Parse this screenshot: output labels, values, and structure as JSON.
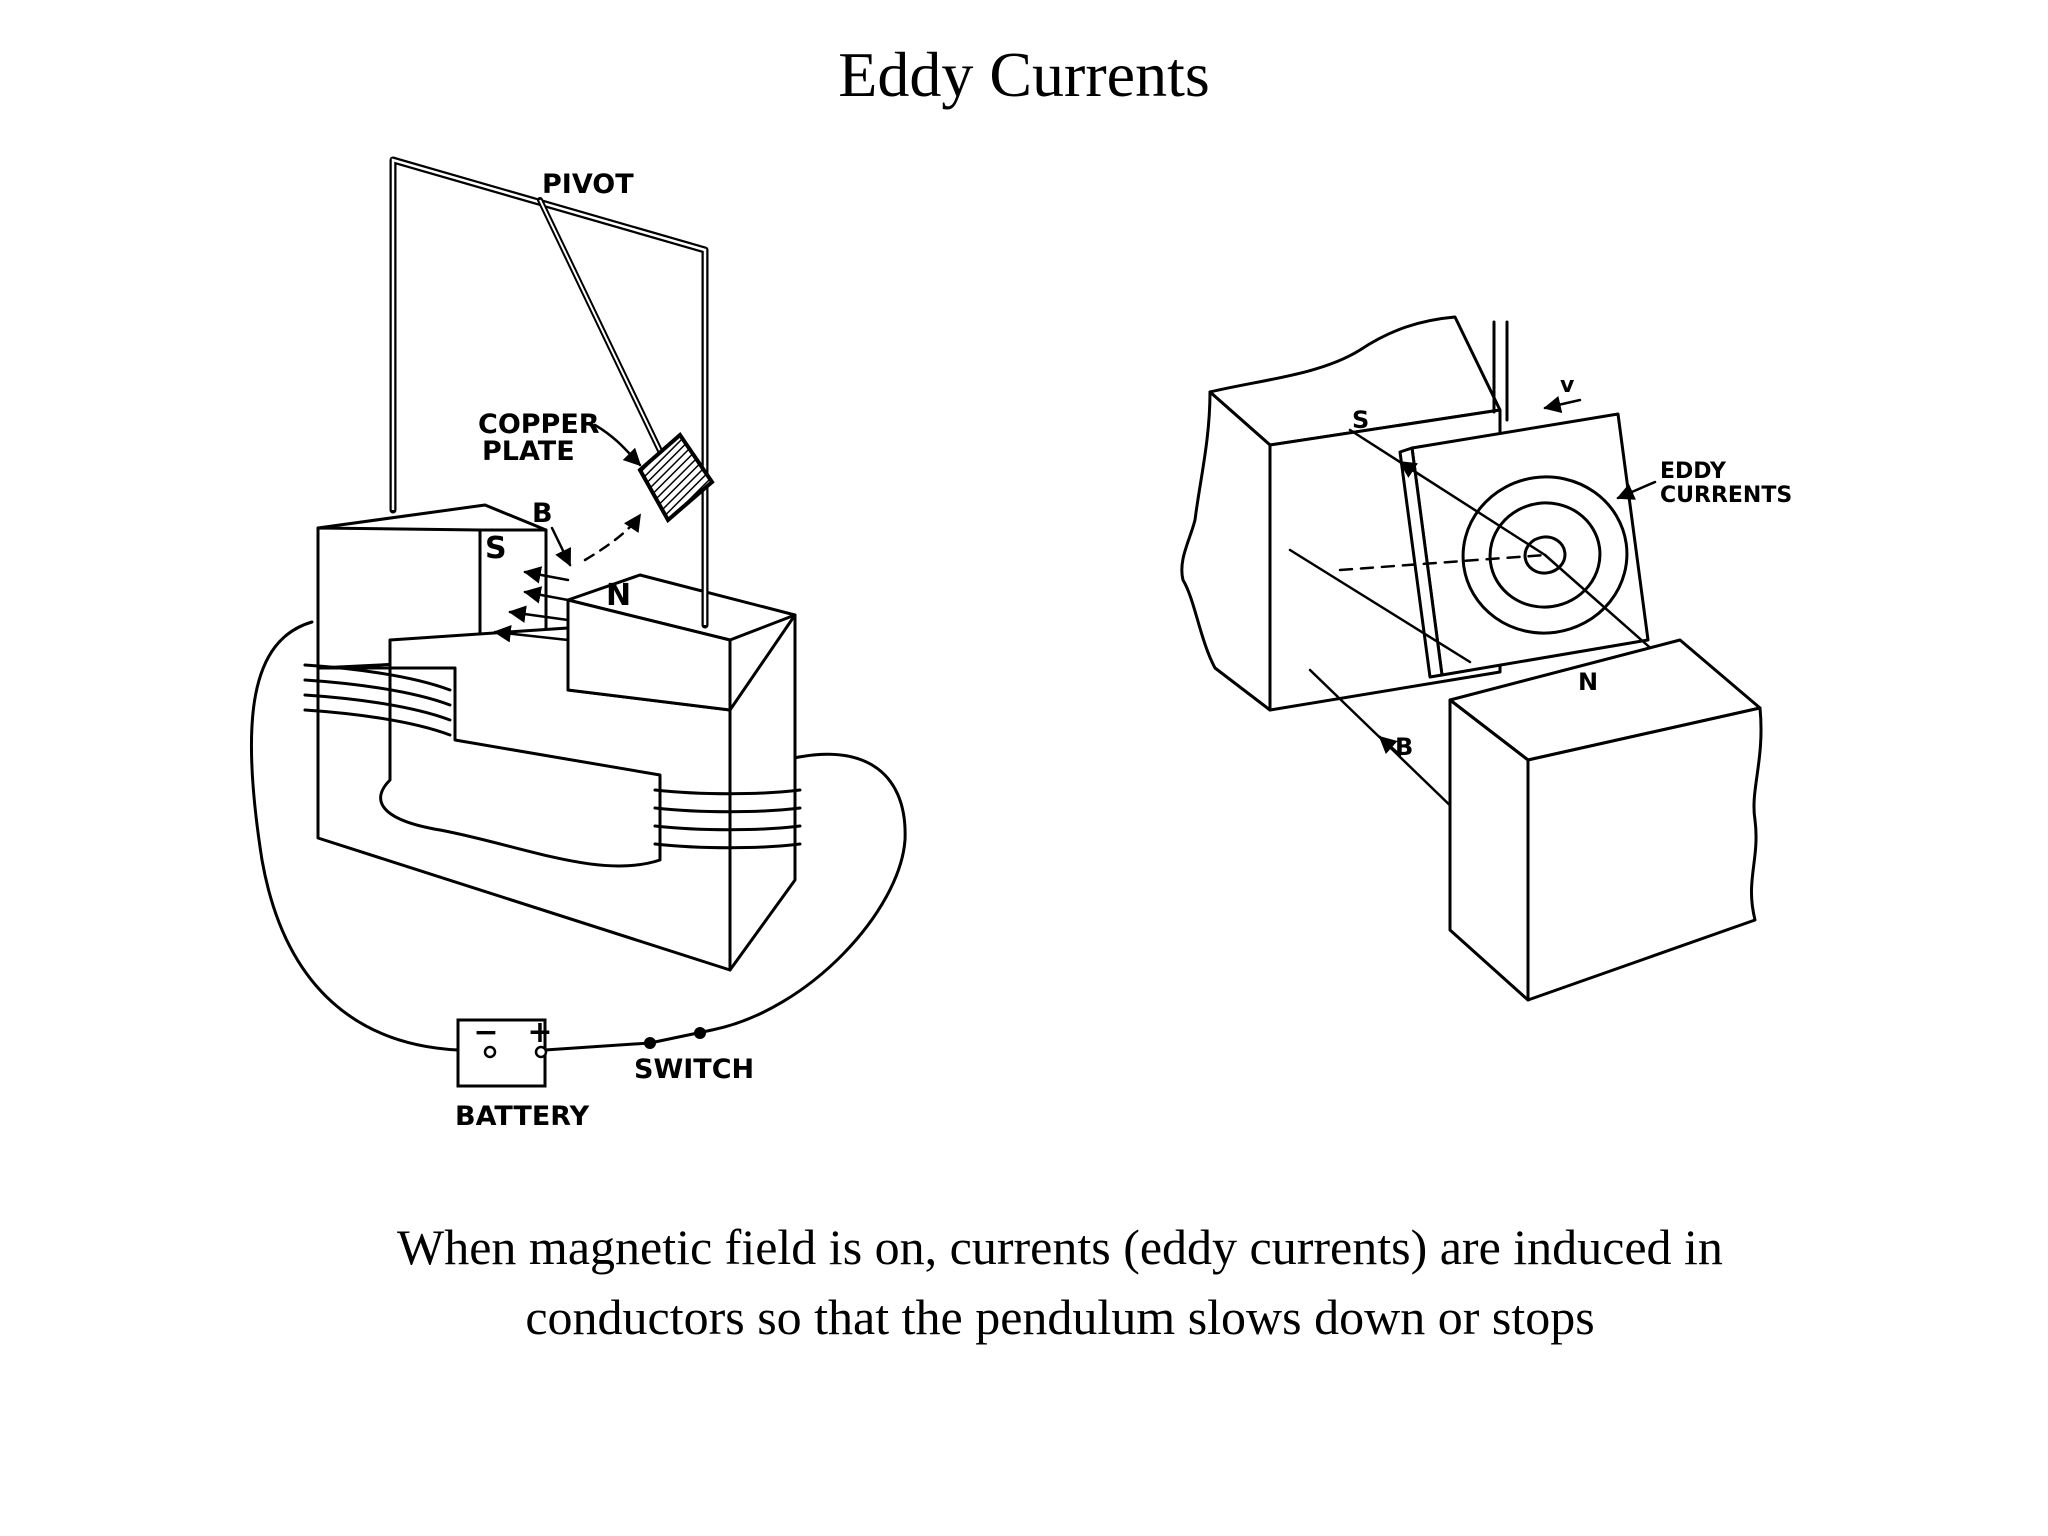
{
  "title": "Eddy Currents",
  "left_diagram": {
    "pivot_label": "PIVOT",
    "plate_label_line1": "COPPER",
    "plate_label_line2": "PLATE",
    "field_label": "B",
    "south_label": "S",
    "north_label": "N",
    "battery_minus": "−",
    "battery_plus": "+",
    "battery_label": "BATTERY",
    "switch_label": "SWITCH"
  },
  "right_diagram": {
    "south_label": "S",
    "north_label": "N",
    "velocity_label": "v",
    "eddy_label_line1": "EDDY",
    "eddy_label_line2": "CURRENTS",
    "field_label": "B"
  },
  "caption": {
    "line1": "When magnetic field is on, currents (eddy currents) are induced in",
    "line2": "conductors so that the pendulum slows down or stops"
  }
}
